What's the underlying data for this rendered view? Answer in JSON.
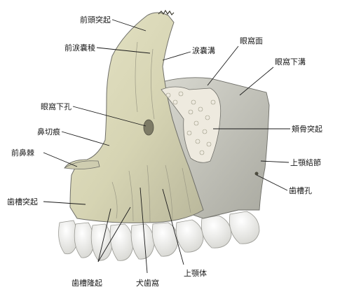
{
  "labels": {
    "frontal_process": "前頭突起",
    "lacrimal_crest": "前涙嚢稜",
    "lacrimal_groove": "涙嚢溝",
    "orbital_surface": "眼窩面",
    "infraorbital_groove": "眼窩下溝",
    "infraorbital_foramen": "眼窩下孔",
    "zygomatic_process": "頬骨突起",
    "nasal_notch": "鼻切痕",
    "maxillary_tuberosity": "上顎結節",
    "anterior_nasal_spine": "前鼻棘",
    "alveolar_foramina": "歯槽孔",
    "alveolar_process": "歯槽突起",
    "alveolar_yokes": "歯槽隆起",
    "canine_fossa": "犬歯窩",
    "maxilla_body": "上顎体"
  },
  "colors": {
    "bone": "#d9d7b6",
    "bone_shadow": "#a8a68c",
    "zygomatic": "#c7c7bf",
    "teeth": "#f2f2ef",
    "line": "#1a1a1a"
  }
}
